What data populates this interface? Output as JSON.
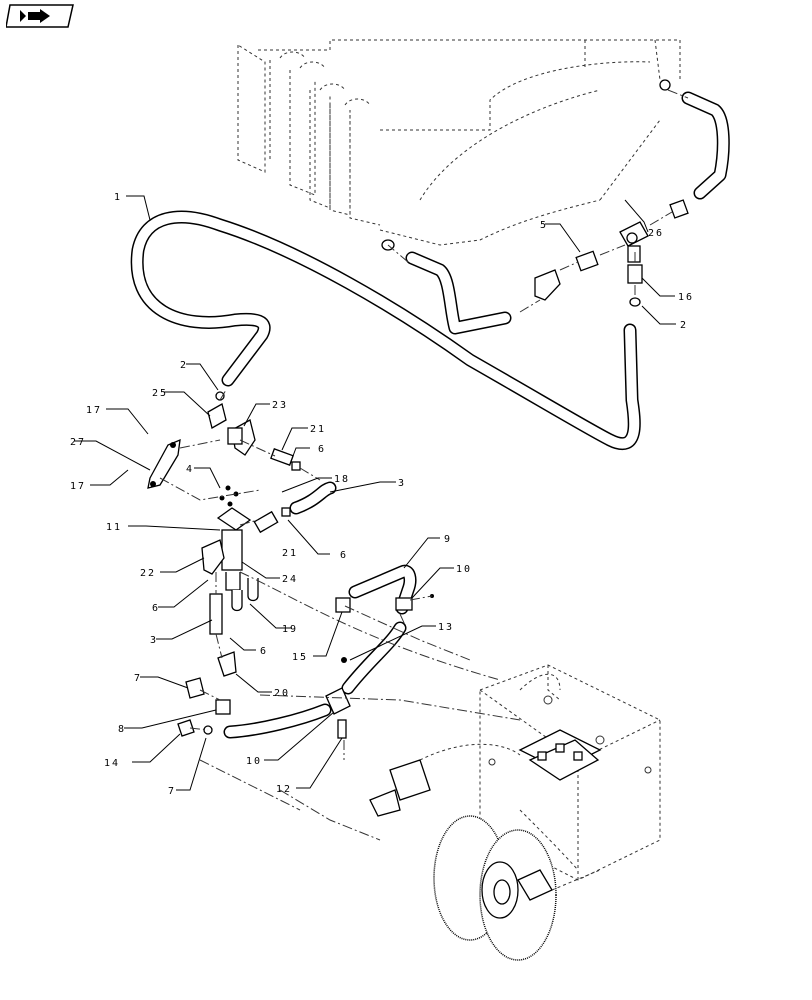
{
  "toolbar": {
    "nav_icon": "arrow-right-icon"
  },
  "diagram": {
    "callouts": [
      "1",
      "2",
      "2",
      "3",
      "3",
      "4",
      "5",
      "6",
      "6",
      "6",
      "6",
      "7",
      "7",
      "8",
      "9",
      "10",
      "10",
      "11",
      "12",
      "13",
      "14",
      "15",
      "16",
      "17",
      "17",
      "18",
      "19",
      "20",
      "21",
      "21",
      "22",
      "23",
      "24",
      "25",
      "26",
      "27"
    ]
  }
}
